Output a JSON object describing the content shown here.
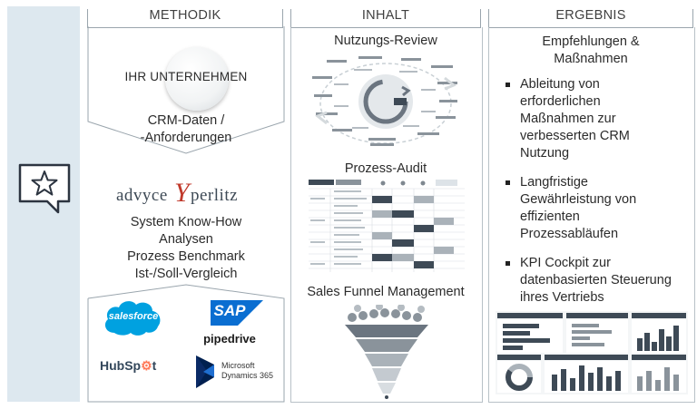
{
  "columns": {
    "methodik": "METHODIK",
    "inhalt": "INHALT",
    "ergebnis": "ERGEBNIS"
  },
  "methodik": {
    "circle_label": "IHR UNTERNEHMEN",
    "input_lines": [
      "CRM-Daten /",
      "-Anforderungen"
    ],
    "brand": {
      "part1": "advyce",
      "part2": "perlitz",
      "mark": "Y"
    },
    "services": [
      "System Know-How",
      "Analysen",
      "Prozess Benchmark",
      "Ist-/Soll-Vergleich"
    ],
    "logos": {
      "salesforce": "salesforce",
      "sap": "SAP",
      "pipedrive": "pipedrive",
      "hubspot_1": "HubSp",
      "hubspot_2": "t",
      "microsoft": "Microsoft",
      "dynamics": "Dynamics 365"
    }
  },
  "inhalt": {
    "section1": "Nutzungs-Review",
    "section2": "Prozess-Audit",
    "section3": "Sales Funnel Management"
  },
  "ergebnis": {
    "title_lines": [
      "Empfehlungen &",
      "Maßnahmen"
    ],
    "bullets": [
      [
        "Ableitung von",
        "erforderlichen",
        "Maßnahmen zur",
        "verbesserten CRM",
        "Nutzung"
      ],
      [
        "Langfristige",
        "Gewährleistung von",
        "effizienten",
        "Prozessabläufen"
      ],
      [
        "KPI Cockpit zur",
        "datenbasierten Steuerung",
        "ihres Vertriebs"
      ]
    ]
  },
  "colors": {
    "sidebar": "#dde8ef",
    "accent_red": "#c0392b",
    "dark_slate": "#3e4a56",
    "salesforce_blue": "#00a1e0",
    "sap_blue": "#0a6ed1",
    "hubspot_orange": "#ff7a59",
    "dynamics_navy": "#002050"
  },
  "icons": [
    "star-speech-bubble-icon"
  ]
}
